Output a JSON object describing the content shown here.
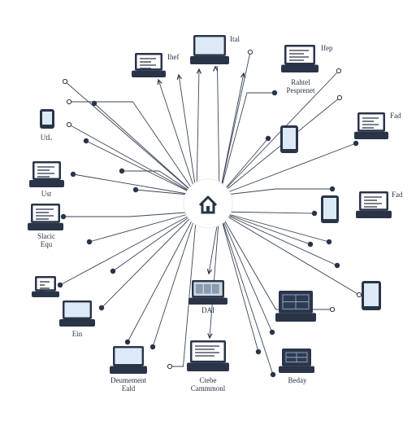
{
  "diagram": {
    "hub": {
      "name": "home-hub",
      "icon": "home-icon"
    },
    "colors": {
      "stroke": "#2a3448",
      "screen_light": "#dbeaf6",
      "screen_dark": "#2f3b52",
      "line": "#3c4658",
      "background": "#ffffff"
    },
    "labels": {
      "laptop_top": "Ital",
      "laptop_topleft": "Ihef",
      "laptop_topright": "Ifep",
      "laptop_topright_caption": "Rahtel\nPesprenet",
      "laptop_right": "Fad",
      "laptop_midright": "Fad",
      "tablet_left": "UtL",
      "laptop_left1": "Ust",
      "laptop_left2": "Slacic\nEqu",
      "laptop_botleft": "Ein",
      "dashboard_center": "DAI",
      "laptop_bottom1": "Deumement\nEald",
      "laptop_bottom2": "Ctebe\nCammmonl",
      "laptop_bottomright": "Beday"
    }
  }
}
